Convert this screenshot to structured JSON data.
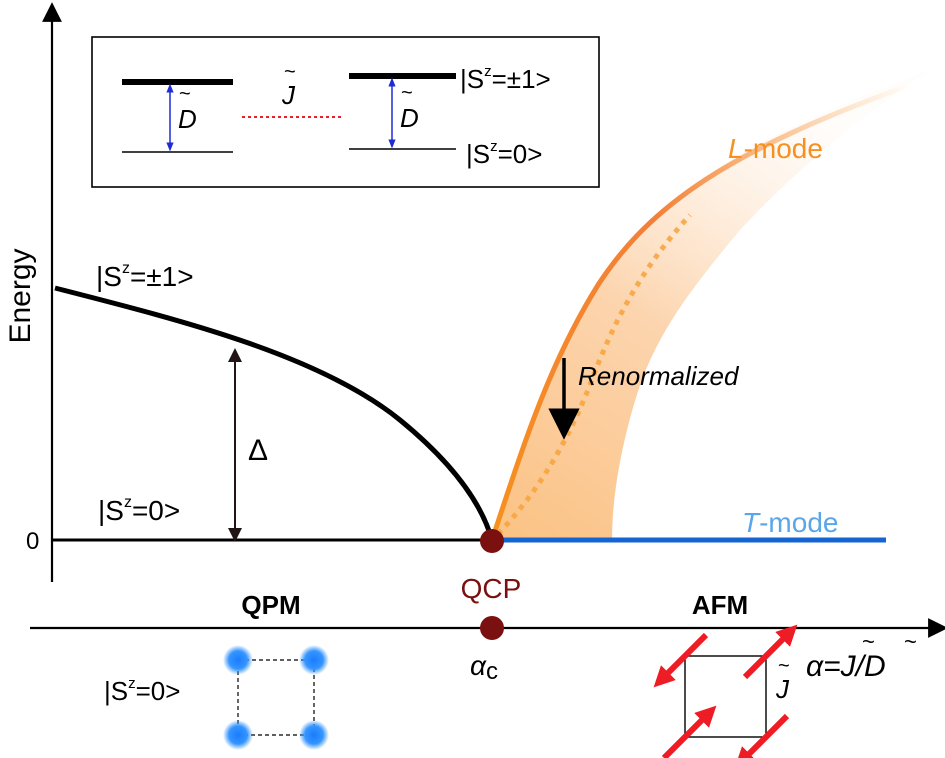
{
  "axes": {
    "y_label": "Energy",
    "zero_label": "0",
    "x_label": "α=J/D",
    "x_label_parts": {
      "alpha": "α=",
      "J": "J",
      "slash": "/",
      "D": "D",
      "tilde": "~"
    }
  },
  "inset": {
    "coupling": "J",
    "gap": "D",
    "tilde": "~",
    "upper_state": "|S",
    "upper_sup": "z",
    "upper_val": "=±1>",
    "lower_state": "|S",
    "lower_sup": "z",
    "lower_val": "=0>"
  },
  "main": {
    "upper_state": "|S",
    "upper_sup": "z",
    "upper_val": "=±1>",
    "lower_state": "|S",
    "lower_sup": "z",
    "lower_val": "=0>",
    "gap_symbol": "Δ",
    "renormalized": "Renormalized",
    "l_mode_l": "L",
    "l_mode_rest": "-mode",
    "t_mode_t": "T",
    "t_mode_rest": "-mode"
  },
  "phases": {
    "qpm": "QPM",
    "qcp": "QCP",
    "afm": "AFM",
    "alpha_c_main": "α",
    "alpha_c_sub": "c",
    "qpm_state": "|S",
    "qpm_sup": "z",
    "qpm_val": "=0>",
    "afm_coupling": "J",
    "afm_tilde": "~"
  },
  "colors": {
    "black": "#000000",
    "orange": "#f7901e",
    "orange_light": "#fbc48c",
    "blue_line": "#1464d2",
    "blue_text": "#5aa6e8",
    "dark_red": "#7b1010",
    "red_dotted": "#e8202a",
    "arrow_blue": "#1f2bd6",
    "spin_blue": "#2a8cff",
    "spin_red": "#ee1c24"
  }
}
